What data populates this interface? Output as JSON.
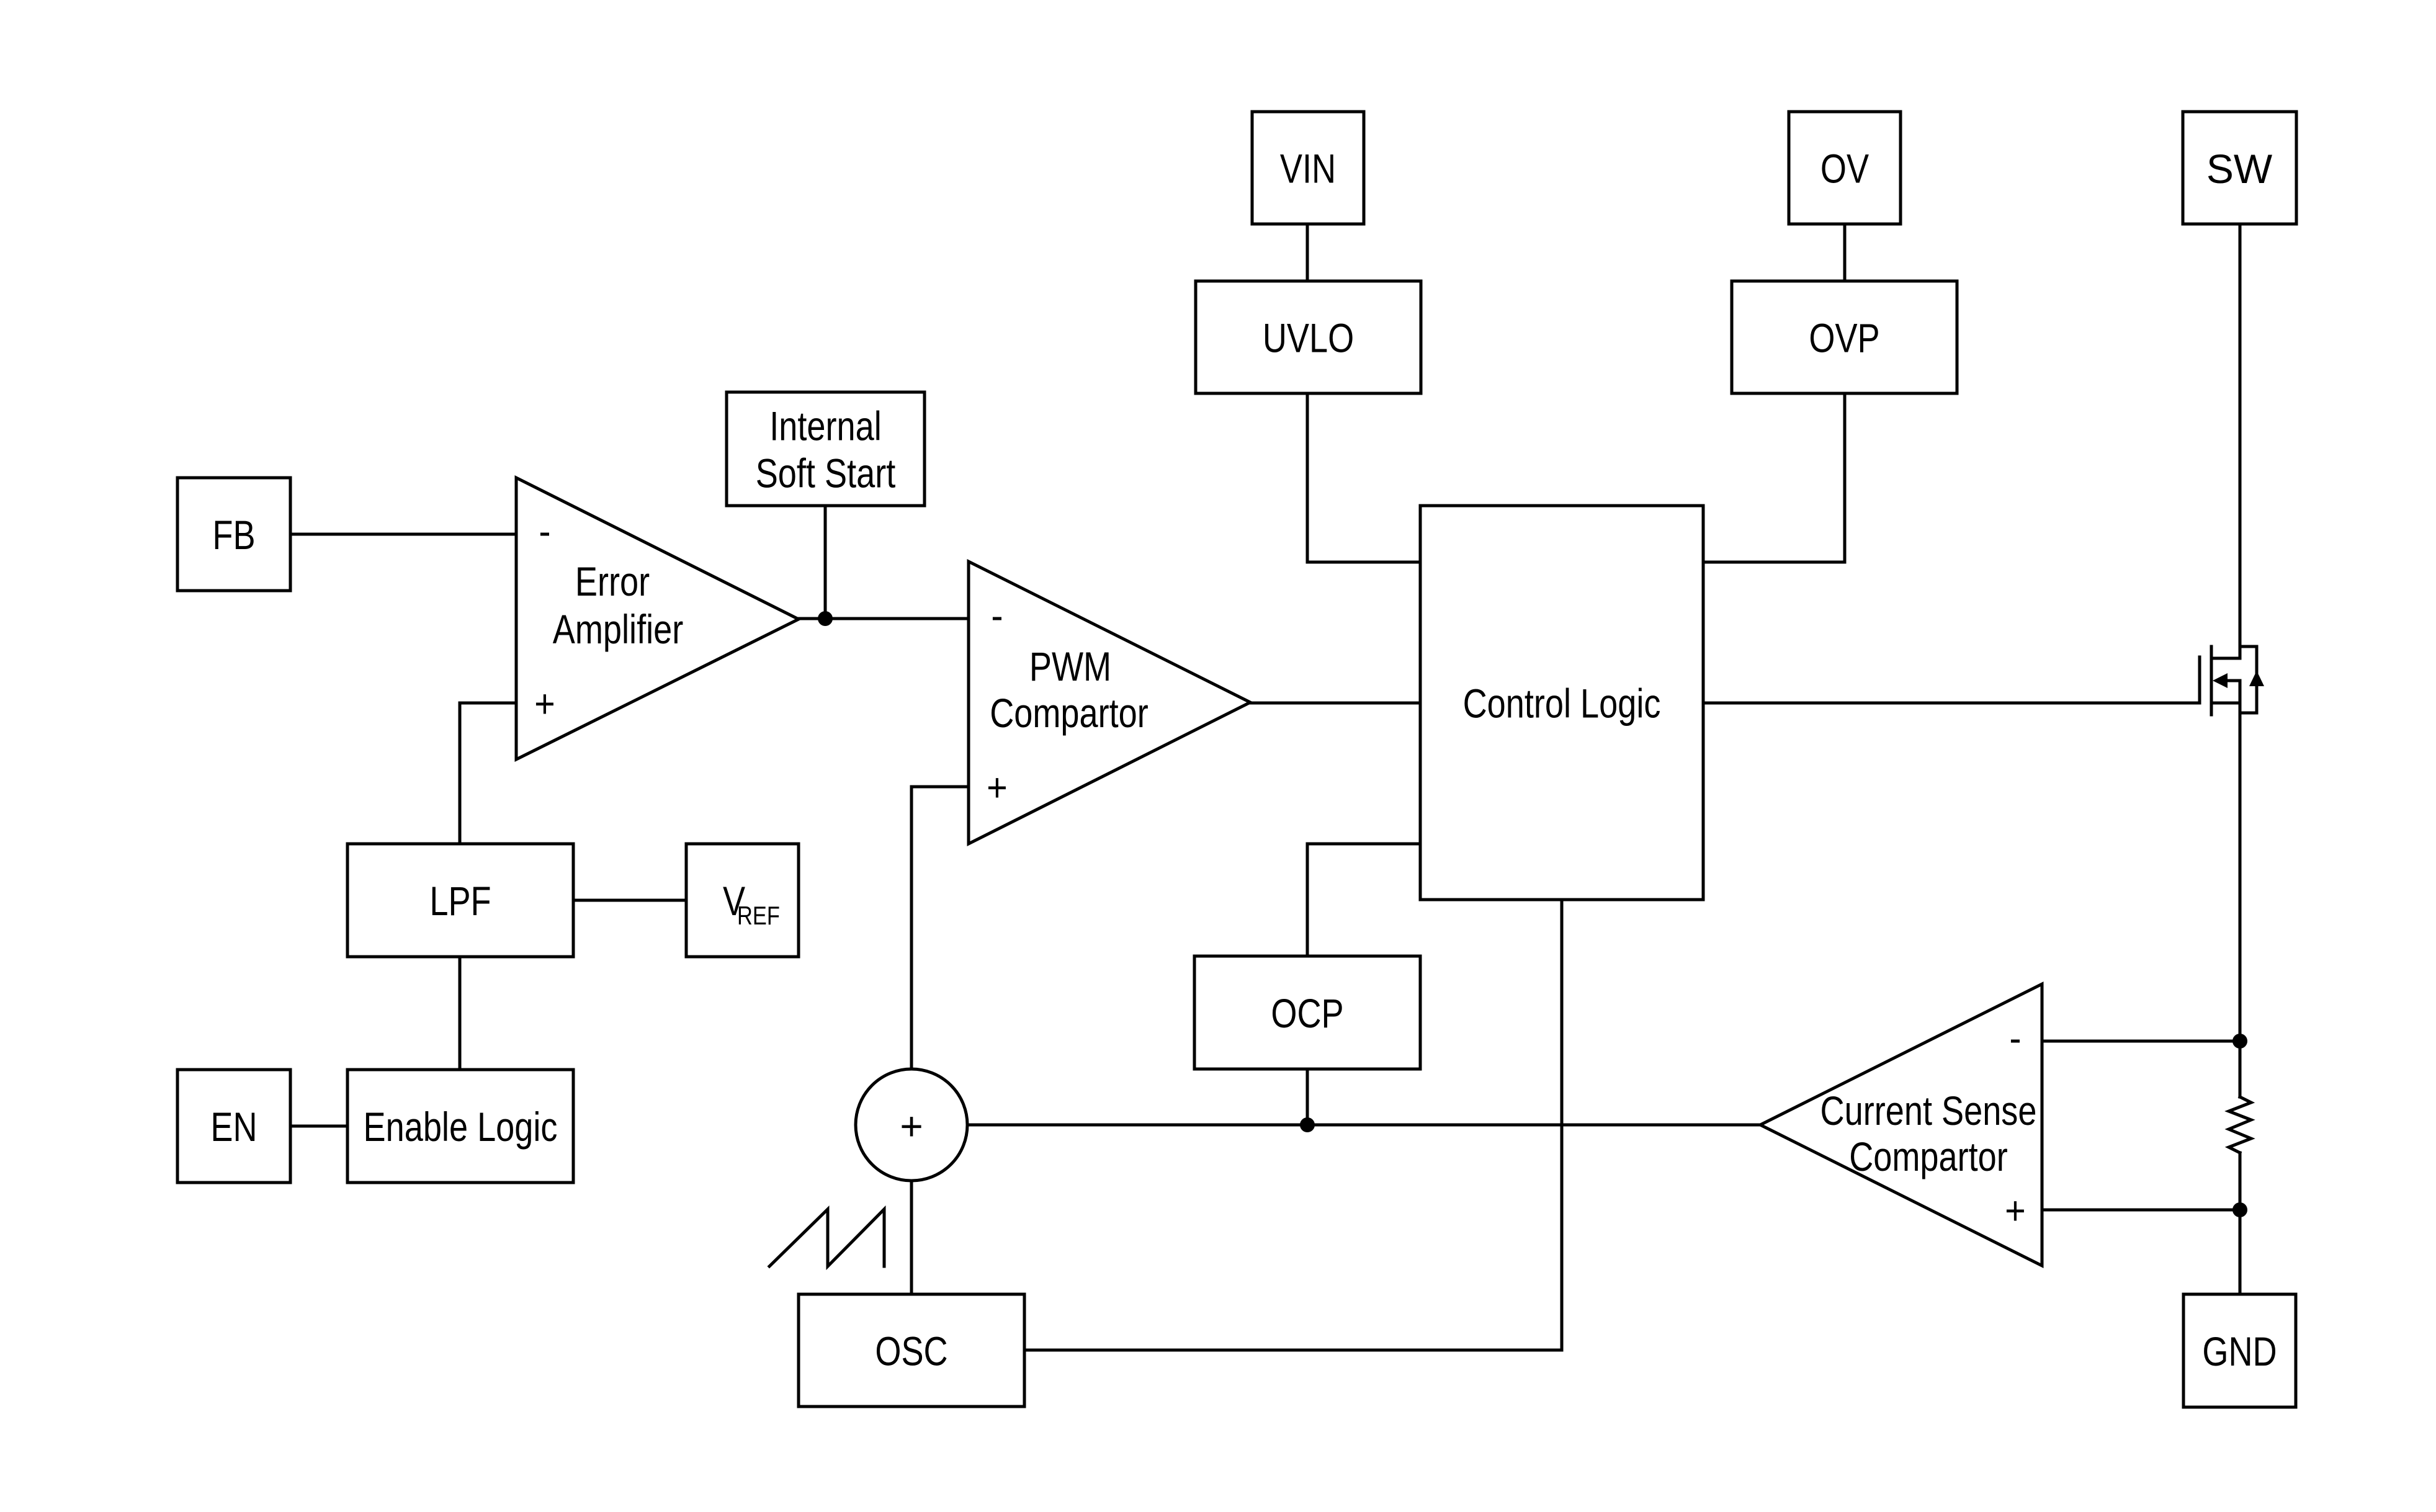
{
  "diagram": {
    "title": "Buck Converter Functional Block Diagram",
    "colors": {
      "stroke": "#000000",
      "background": "#ffffff"
    },
    "pins": {
      "fb": "FB",
      "en": "EN",
      "vin": "VIN",
      "ov": "OV",
      "sw": "SW",
      "gnd": "GND"
    },
    "blocks": {
      "soft_start": [
        "Internal",
        "Soft Start"
      ],
      "lpf": "LPF",
      "vref_main": "V",
      "vref_sub": "REF",
      "enable_logic": "Enable Logic",
      "uvlo": "UVLO",
      "ovp": "OVP",
      "control_logic": "Control Logic",
      "ocp": "OCP",
      "osc": "OSC"
    },
    "amplifiers": {
      "error_amp": [
        "Error",
        "Amplifier"
      ],
      "pwm_comp": [
        "PWM",
        "Compartor"
      ],
      "cs_comp": [
        "Current Sense",
        "Compartor"
      ]
    },
    "signs": {
      "minus": "-",
      "plus": "+"
    },
    "summer_symbol": "+",
    "icons": {
      "mosfet": "n-channel-mosfet-icon",
      "resistor": "sense-resistor-icon",
      "sawtooth": "sawtooth-waveform-icon"
    }
  }
}
